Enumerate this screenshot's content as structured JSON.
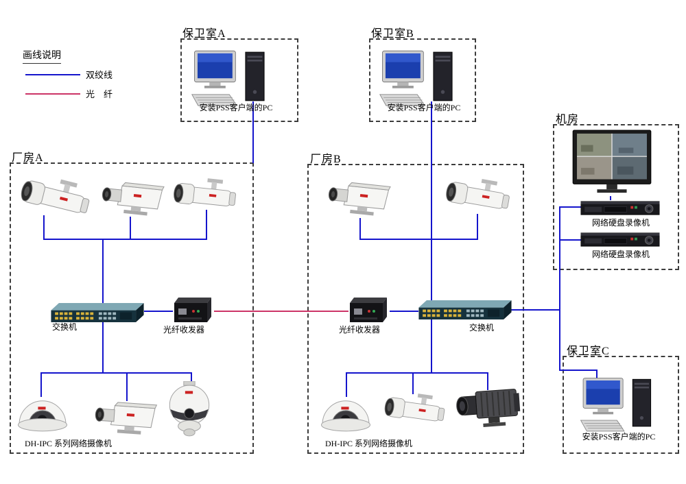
{
  "legend": {
    "title": "画线说明",
    "items": [
      {
        "label": "双绞线",
        "color": "#1414cc"
      },
      {
        "label": "光　纤",
        "color": "#cc3366"
      }
    ]
  },
  "line_colors": {
    "twisted_pair": "#1414cc",
    "fiber_optic": "#cc3366"
  },
  "areas": {
    "guard_room_a": {
      "title": "保卫室A",
      "pc_label": "安装PSS客户端的PC"
    },
    "guard_room_b": {
      "title": "保卫室B",
      "pc_label": "安装PSS客户端的PC"
    },
    "guard_room_c": {
      "title": "保卫室C",
      "pc_label": "安装PSS客户端的PC"
    },
    "server_room": {
      "title": "机房",
      "nvr1_label": "网络硬盘录像机",
      "nvr2_label": "网络硬盘录像机"
    },
    "factory_a": {
      "title": "厂房A",
      "switch_label": "交换机",
      "transceiver_label": "光纤收发器",
      "camera_label": "DH-IPC 系列网络摄像机"
    },
    "factory_b": {
      "title": "厂房B",
      "switch_label": "交换机",
      "transceiver_label": "光纤收发器",
      "camera_label": "DH-IPC 系列网络摄像机"
    }
  }
}
